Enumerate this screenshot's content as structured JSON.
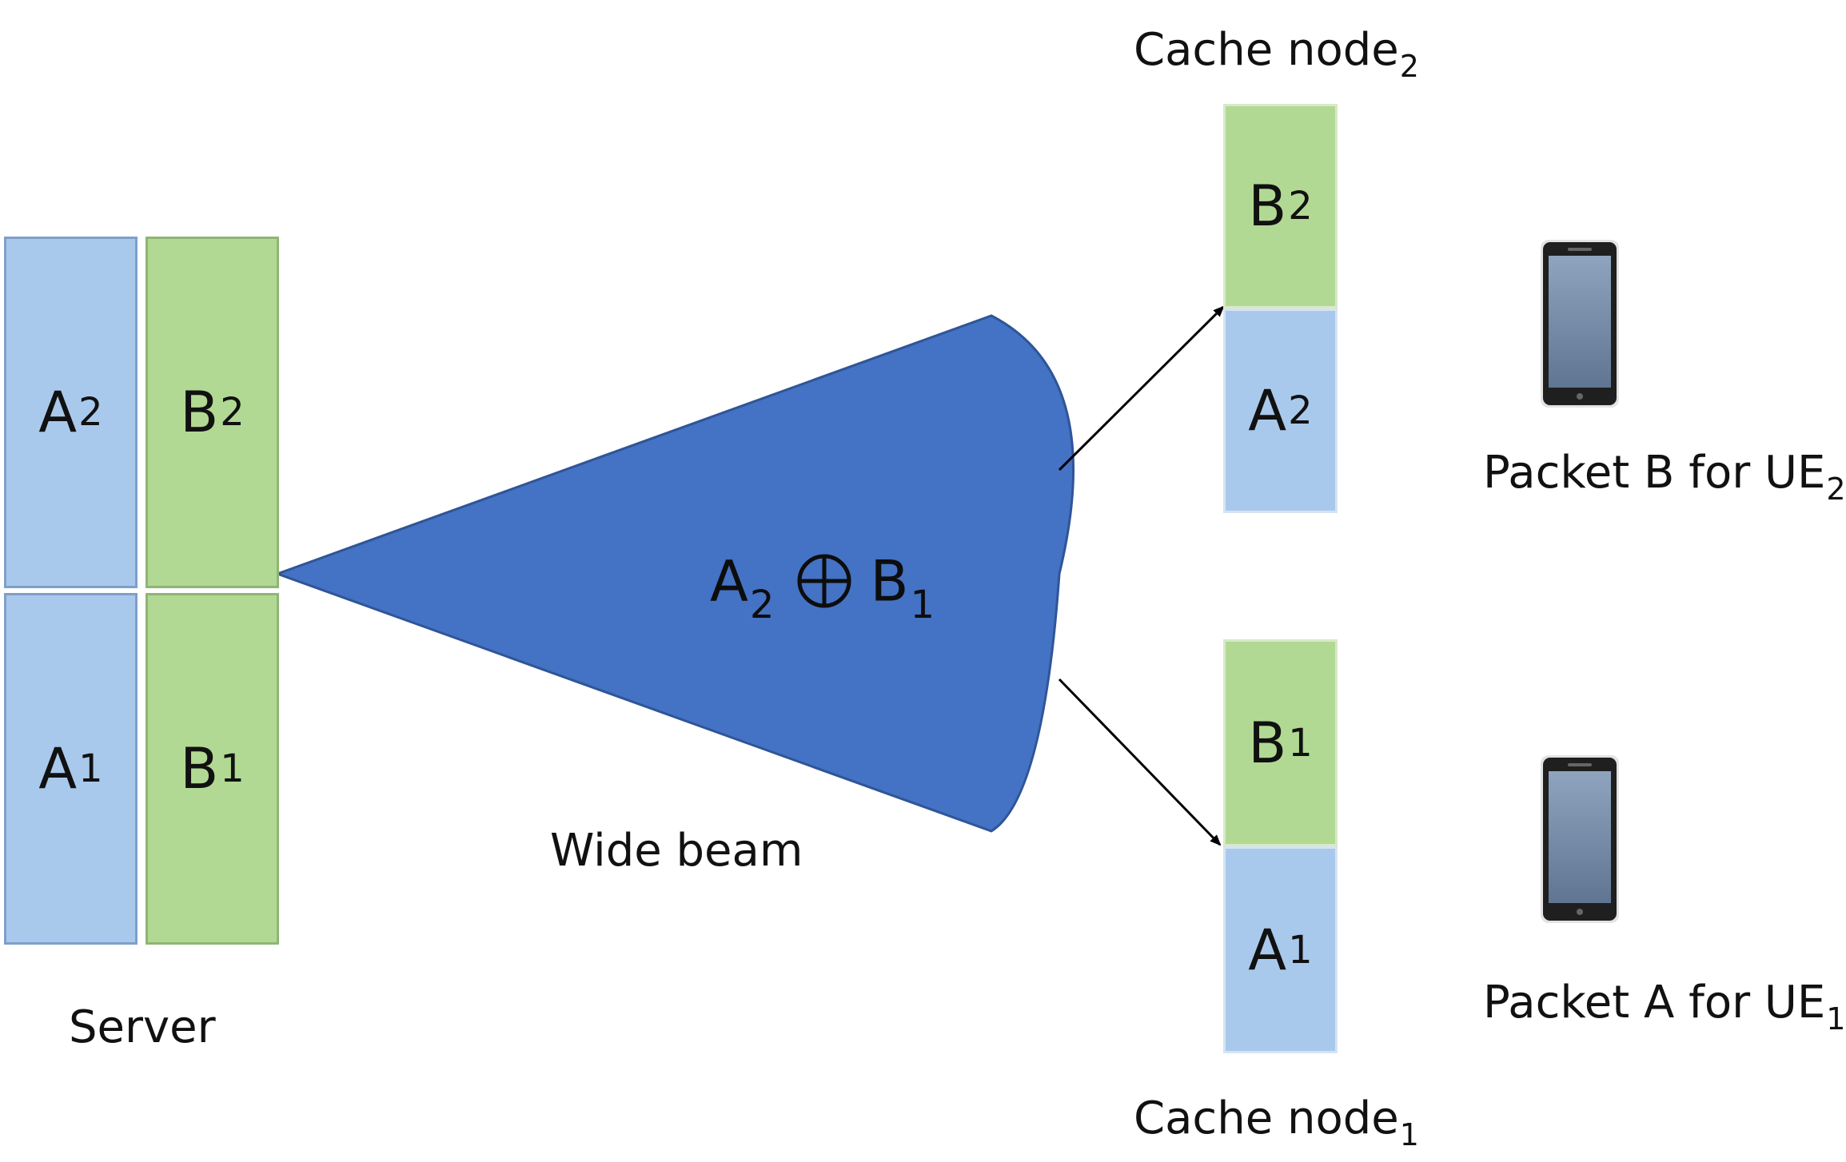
{
  "colors": {
    "packet_a_fill": "#a9c9ec",
    "packet_b_fill": "#b1d993",
    "beam_fill": "#4472c4",
    "phone_screen": "#6f86a3",
    "phone_body": "#1f1f1f"
  },
  "server": {
    "label": "Server",
    "blocks": [
      {
        "letter": "A",
        "sub": "2",
        "color": "packet_a"
      },
      {
        "letter": "B",
        "sub": "2",
        "color": "packet_b"
      },
      {
        "letter": "A",
        "sub": "1",
        "color": "packet_a"
      },
      {
        "letter": "B",
        "sub": "1",
        "color": "packet_b"
      }
    ]
  },
  "beam": {
    "label": "Wide beam",
    "xor": {
      "left_letter": "A",
      "left_sub": "2",
      "operator_icon": "xor-circle-plus-icon",
      "right_letter": "B",
      "right_sub": "1"
    }
  },
  "cache_node_2": {
    "label_text": "Cache node",
    "label_sub": "2",
    "blocks": [
      {
        "letter": "B",
        "sub": "2",
        "color": "packet_b"
      },
      {
        "letter": "A",
        "sub": "2",
        "color": "packet_a"
      }
    ]
  },
  "cache_node_1": {
    "label_text": "Cache node",
    "label_sub": "1",
    "blocks": [
      {
        "letter": "B",
        "sub": "1",
        "color": "packet_b"
      },
      {
        "letter": "A",
        "sub": "1",
        "color": "packet_a"
      }
    ]
  },
  "ue_2": {
    "icon": "smartphone-icon",
    "label_text": "Packet B for UE",
    "label_sub": "2"
  },
  "ue_1": {
    "icon": "smartphone-icon",
    "label_text": "Packet A for UE",
    "label_sub": "1"
  }
}
